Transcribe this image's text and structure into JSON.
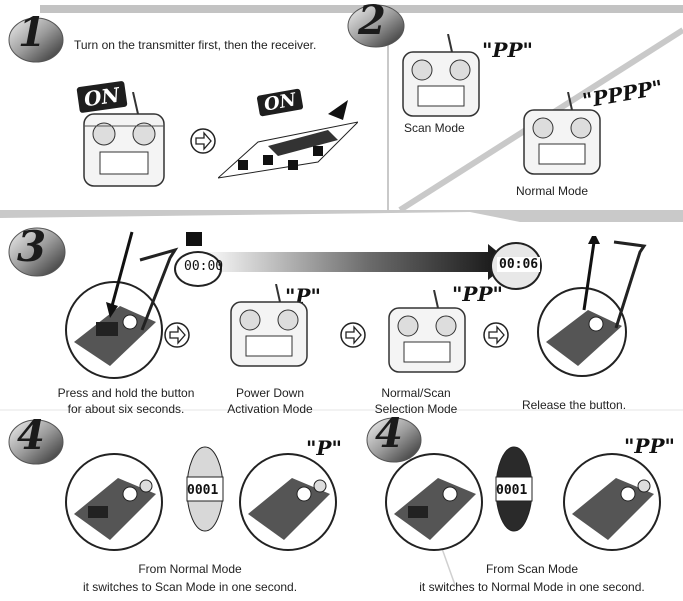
{
  "steps": {
    "s1": {
      "number": "1",
      "instruction": "Turn on the transmitter first, then the receiver.",
      "tx_on": "ON",
      "rx_on": "ON"
    },
    "s2": {
      "number": "2",
      "scan_sound": "\"PP\"",
      "scan_label": "Scan Mode",
      "normal_sound": "\"PPPP\"",
      "normal_label": "Normal Mode"
    },
    "s3": {
      "number": "3",
      "timer_start": "00:00",
      "timer_end": "00:06",
      "sound_a": "\"P\"",
      "sound_b": "\"PP\"",
      "cap_press_1": "Press and hold the button",
      "cap_press_2": "for about six seconds.",
      "cap_power_1": "Power Down",
      "cap_power_2": "Activation Mode",
      "cap_normal_1": "Normal/Scan",
      "cap_normal_2": "Selection Mode",
      "cap_release": "Release the button."
    },
    "s4a": {
      "number": "4",
      "display": "0001",
      "sound": "\"P\"",
      "caption_1": "From Normal Mode",
      "caption_2": "it switches to Scan Mode in one second."
    },
    "s4b": {
      "number": "4",
      "display": "0001",
      "sound": "\"PP\"",
      "caption_1": "From Scan Mode",
      "caption_2": "it switches to Normal Mode in one second."
    }
  },
  "icons": [
    "step-badge-icon",
    "transmitter-icon",
    "receiver-icon",
    "next-arrow-icon",
    "switch-closeup-icon",
    "timer-display-icon",
    "finger-arrow-icon"
  ],
  "colors": {
    "ink": "#222222",
    "badge_dark": "#2a2a2a",
    "badge_light": "#bdbdbd",
    "divider": "#c9c9c9",
    "bar_dark": "#1a1a1a"
  }
}
